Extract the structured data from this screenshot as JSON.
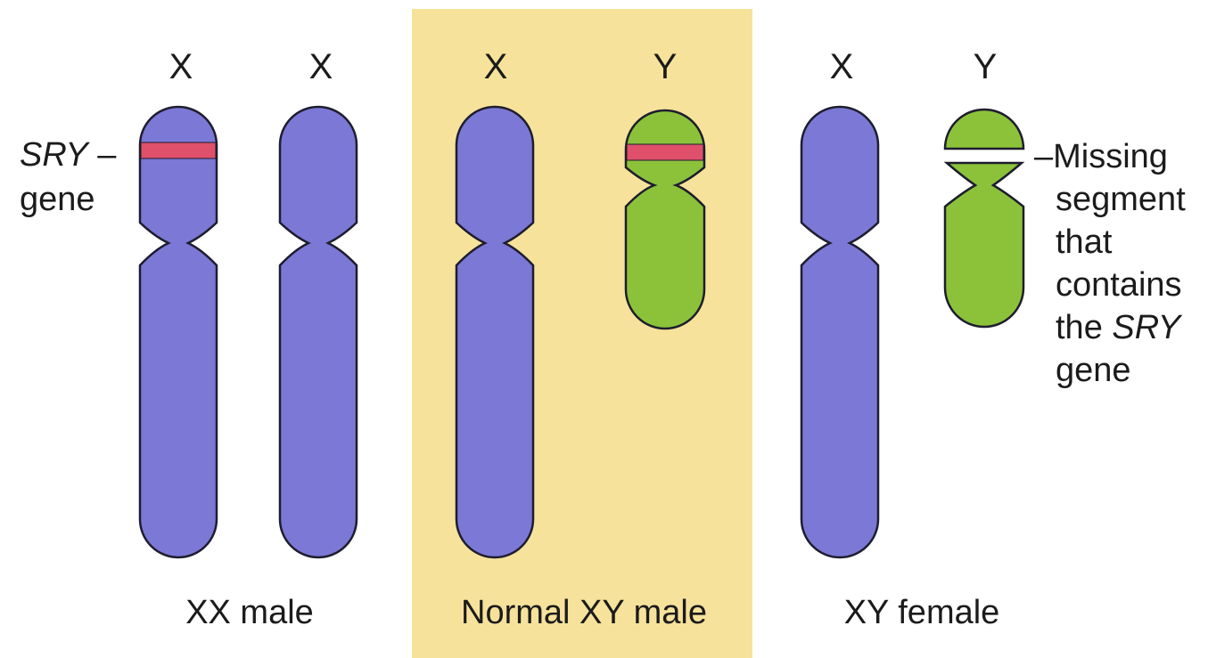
{
  "colors": {
    "highlight_panel": "#f7e29b",
    "x_chromosome": "#7b78d6",
    "y_chromosome": "#8cc23a",
    "sry_band": "#e0506a"
  },
  "groups": [
    {
      "caption": "XX male",
      "chromosomes": [
        {
          "label": "X",
          "type": "X",
          "sry_band": true
        },
        {
          "label": "X",
          "type": "X",
          "sry_band": false
        }
      ]
    },
    {
      "caption": "Normal XY male",
      "highlighted": true,
      "chromosomes": [
        {
          "label": "X",
          "type": "X",
          "sry_band": false
        },
        {
          "label": "Y",
          "type": "Y",
          "sry_band": true
        }
      ]
    },
    {
      "caption": "XY female",
      "chromosomes": [
        {
          "label": "X",
          "type": "X",
          "sry_band": false
        },
        {
          "label": "Y",
          "type": "Y",
          "sry_band": false,
          "missing_segment": true
        }
      ]
    }
  ],
  "annotations": {
    "sry_gene": {
      "line1_italic": "SRY",
      "line1_dash": " –",
      "line2": "gene"
    },
    "missing_segment": {
      "line1": "–Missing",
      "line2": "segment",
      "line3": "that",
      "line4": "contains",
      "line5_prefix": "the ",
      "line5_italic": "SRY",
      "line6": "gene"
    }
  }
}
